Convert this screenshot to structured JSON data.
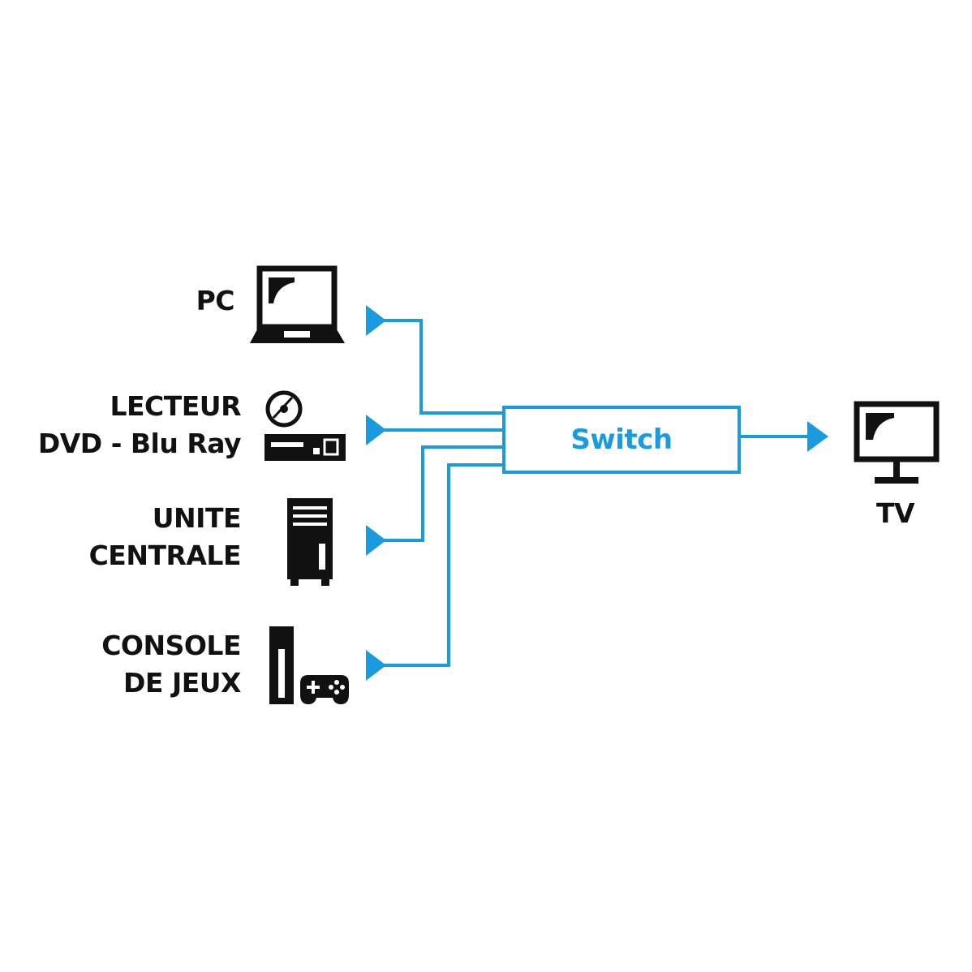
{
  "colors": {
    "accent": "#1a9be0",
    "ink": "#111111",
    "background": "#ffffff"
  },
  "inputs": [
    {
      "lines": [
        "PC"
      ],
      "icon": "laptop-icon"
    },
    {
      "lines": [
        "LECTEUR",
        "DVD - Blu Ray"
      ],
      "icon": "dvd-bluray-player-icon"
    },
    {
      "lines": [
        "UNITE",
        "CENTRALE"
      ],
      "icon": "desktop-tower-icon"
    },
    {
      "lines": [
        "CONSOLE",
        "DE JEUX"
      ],
      "icon": "game-console-icon"
    }
  ],
  "switch": {
    "label": "Switch"
  },
  "output": {
    "label": "TV",
    "icon": "tv-icon"
  }
}
